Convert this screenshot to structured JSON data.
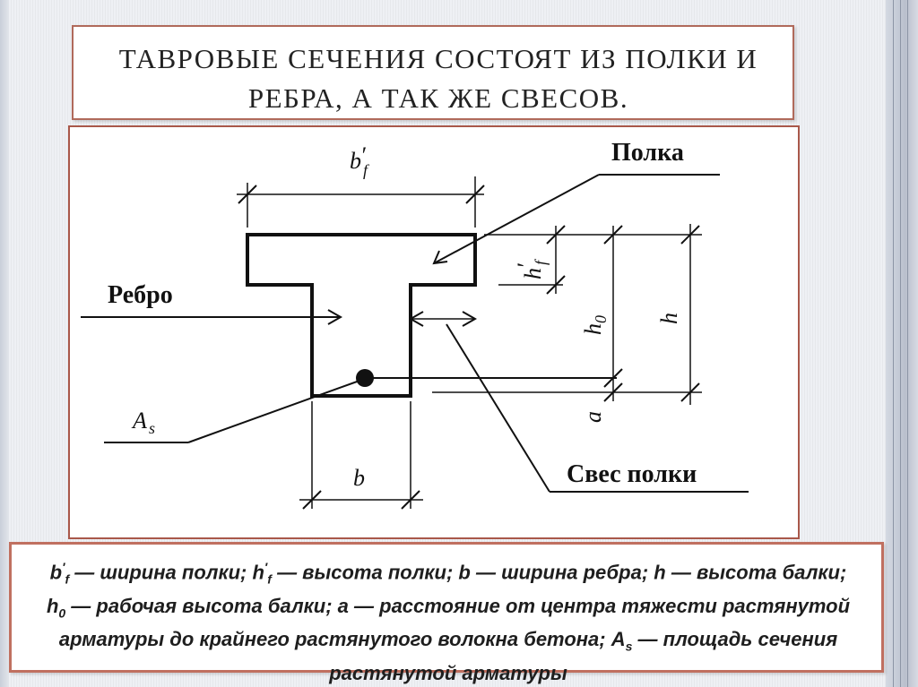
{
  "title": {
    "line1": "Тавровые сечения состоят из полки и",
    "line2": "ребра, а так же свесов."
  },
  "diagram": {
    "labels": {
      "flange": "Полка",
      "web": "Ребро",
      "overhang": "Свес полки",
      "as_main": "A",
      "as_sub": "s",
      "bf_main": "b",
      "bf_sup": "′",
      "bf_sub": "f",
      "hf_main": "h",
      "hf_sup": "′",
      "hf_sub": "f",
      "h0_main": "h",
      "h0_sub": "0",
      "h": "h",
      "b": "b",
      "a": "a"
    }
  },
  "legend": {
    "line1_prefix": "b",
    "line1_sup": "′",
    "line1_sub": "f",
    "line1_text1": " — ширина полки; ",
    "line1_h": "h",
    "line1_hsup": "′",
    "line1_hsub": "f",
    "line1_text2": " — высота полки; b — ширина ребра; h — высота балки;",
    "line2_h": "h",
    "line2_sub": "0",
    "line2_text": " — рабочая высота балки; a — расстояние от центра тяжести растянутой",
    "line3_text1": "арматуры до крайнего растянутого волокна бетона; A",
    "line3_sub": "s",
    "line3_text2": " — площадь сечения",
    "line4_text": "растянутой арматуры"
  }
}
